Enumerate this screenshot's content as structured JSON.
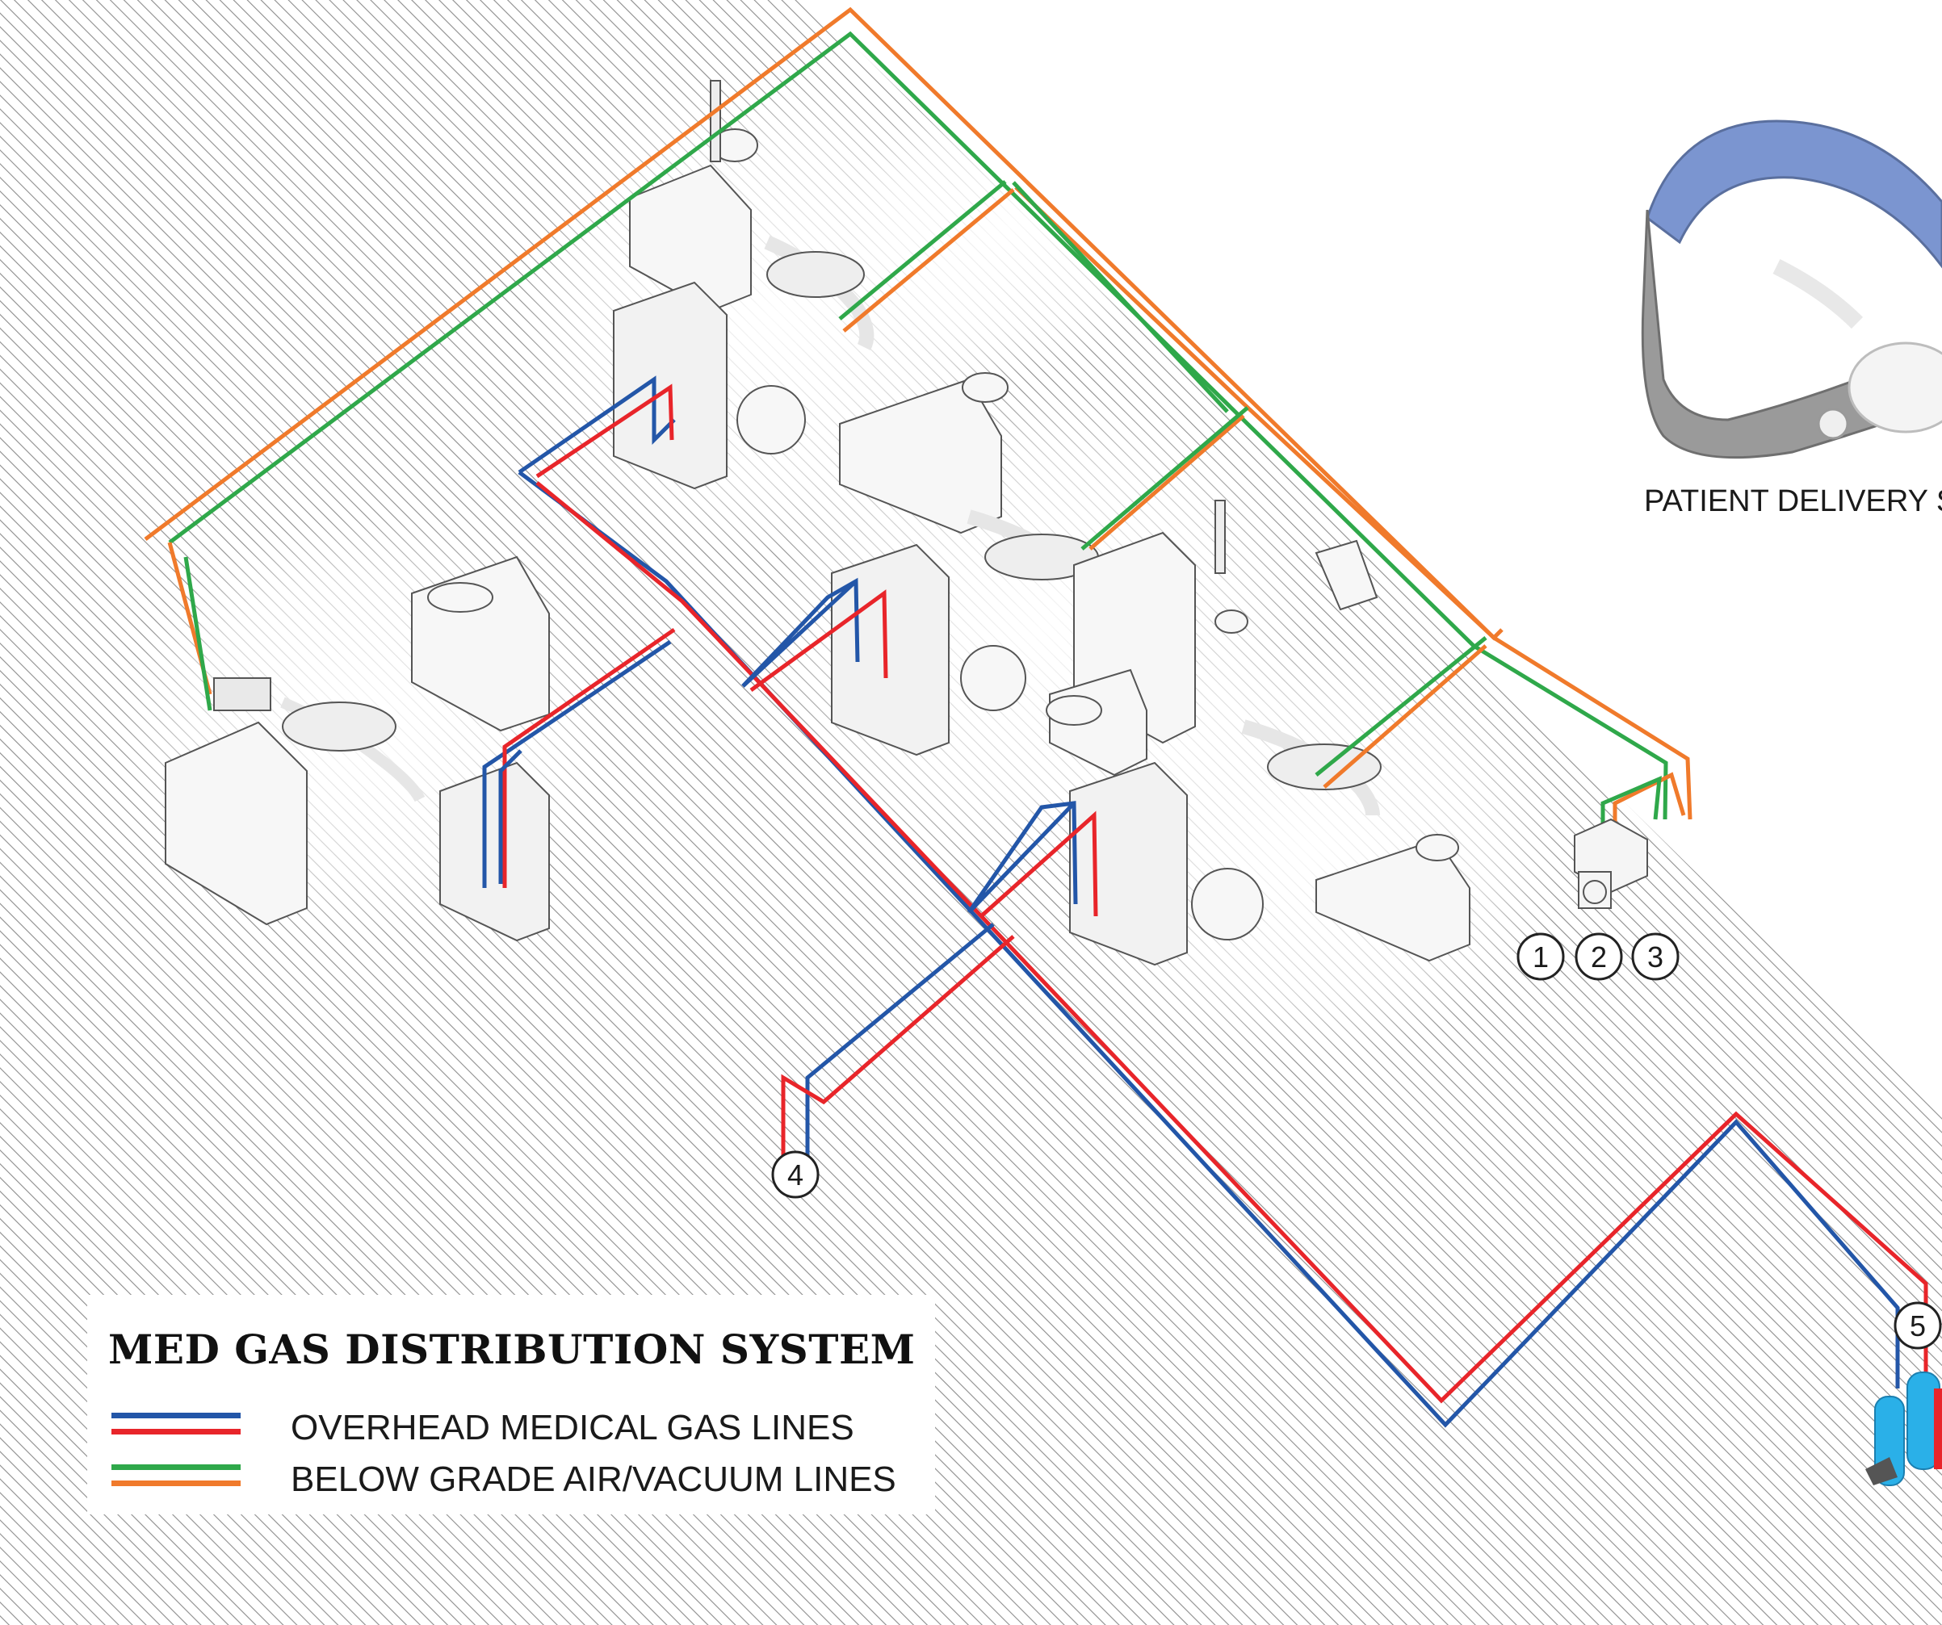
{
  "legend": {
    "title": "MED GAS DISTRIBUTION SYSTEM",
    "rows": [
      {
        "label": "OVERHEAD MEDICAL GAS LINES",
        "colors": [
          "#2356a8",
          "#e8252a"
        ]
      },
      {
        "label": "BELOW GRADE AIR/VACUUM LINES",
        "colors": [
          "#2fa84a",
          "#f07a2b"
        ]
      }
    ]
  },
  "patient_delivery_label": "PATIENT DELIVERY S",
  "markers": [
    "1",
    "2",
    "3",
    "4",
    "5"
  ],
  "colors": {
    "overhead_blue": "#2356a8",
    "overhead_red": "#e8252a",
    "below_green": "#2fa84a",
    "below_orange": "#f07a2b",
    "hatch": "#8c8c8c"
  },
  "icons": [
    "dental-operatory-icon",
    "cabinet-icon",
    "patient-mask-icon",
    "gas-cylinder-icon",
    "compressor-icon"
  ]
}
